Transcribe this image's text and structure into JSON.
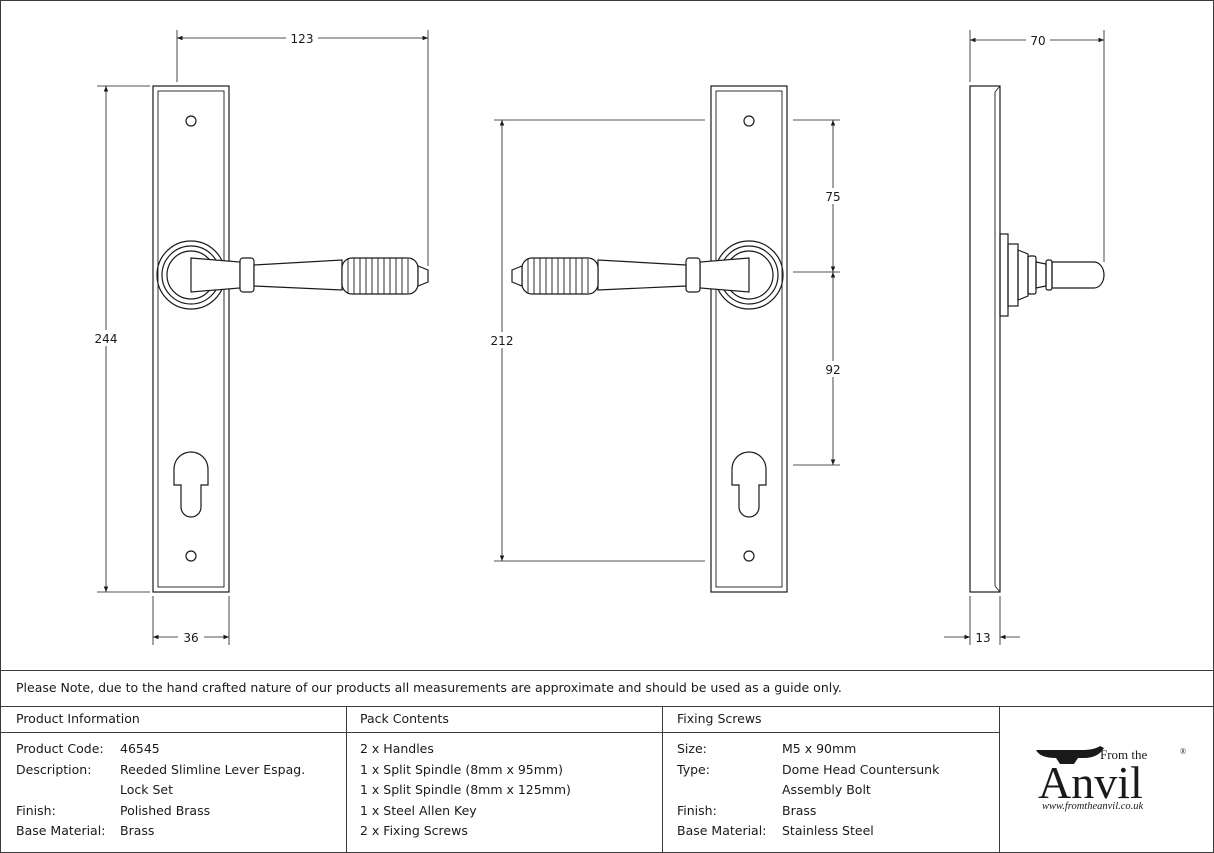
{
  "dimensions": {
    "top_width": "123",
    "plate_width": "36",
    "plate_height": "244",
    "fixing_centres": "212",
    "spindle_to_top_fixing": "75",
    "spindle_to_cylinder": "92",
    "projection": "70",
    "plate_thickness": "13"
  },
  "note": "Please Note, due to the hand crafted nature of our products all measurements are approximate and should be used as a guide only.",
  "product_info": {
    "header": "Product Information",
    "rows": [
      {
        "label": "Product Code:",
        "value": "46545"
      },
      {
        "label": "Description:",
        "value": "Reeded Slimline Lever Espag."
      },
      {
        "label": "",
        "value": "Lock Set"
      },
      {
        "label": "Finish:",
        "value": "Polished Brass"
      },
      {
        "label": "Base Material:",
        "value": "Brass"
      }
    ]
  },
  "pack_contents": {
    "header": "Pack Contents",
    "items": [
      "2 x Handles",
      "1 x Split Spindle (8mm x 95mm)",
      "1 x Split Spindle (8mm x 125mm)",
      "1 x Steel Allen Key",
      "2 x Fixing Screws"
    ]
  },
  "fixing_screws": {
    "header": "Fixing Screws",
    "rows": [
      {
        "label": "Size:",
        "value": "M5 x 90mm"
      },
      {
        "label": "Type:",
        "value": "Dome Head Countersunk"
      },
      {
        "label": "",
        "value": "Assembly Bolt"
      },
      {
        "label": "Finish:",
        "value": "Brass"
      },
      {
        "label": "Base Material:",
        "value": "Stainless Steel"
      }
    ]
  },
  "logo": {
    "from_the": "From the",
    "brand": "Anvil",
    "registered": "®",
    "url": "www.fromtheanvil.co.uk"
  }
}
